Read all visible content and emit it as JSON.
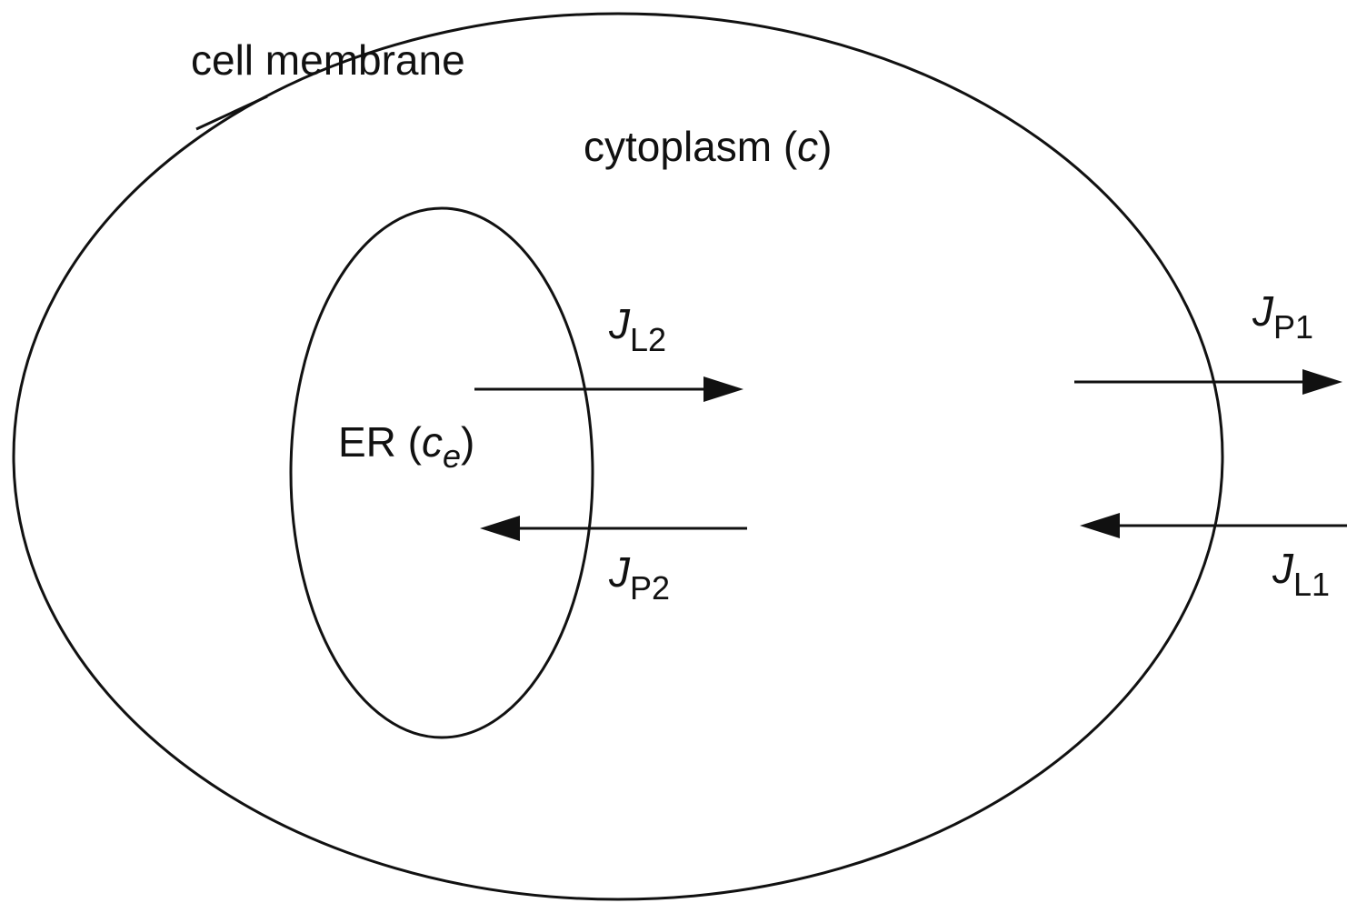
{
  "diagram": {
    "labels": {
      "cell_membrane": "cell membrane",
      "cytoplasm": {
        "text": "cytoplasm (",
        "var": "c",
        "close": ")"
      },
      "er": {
        "text": "ER (",
        "var": "c",
        "var_sub": "e",
        "close": ")"
      }
    },
    "fluxes": {
      "jl2": {
        "symbol": "J",
        "sub": "L2",
        "direction": "out of ER"
      },
      "jp2": {
        "symbol": "J",
        "sub": "P2",
        "direction": "into ER"
      },
      "jp1": {
        "symbol": "J",
        "sub": "P1",
        "direction": "out of cell"
      },
      "jl1": {
        "symbol": "J",
        "sub": "L1",
        "direction": "into cell"
      }
    },
    "colors": {
      "stroke": "#111111",
      "background": "#ffffff"
    }
  }
}
